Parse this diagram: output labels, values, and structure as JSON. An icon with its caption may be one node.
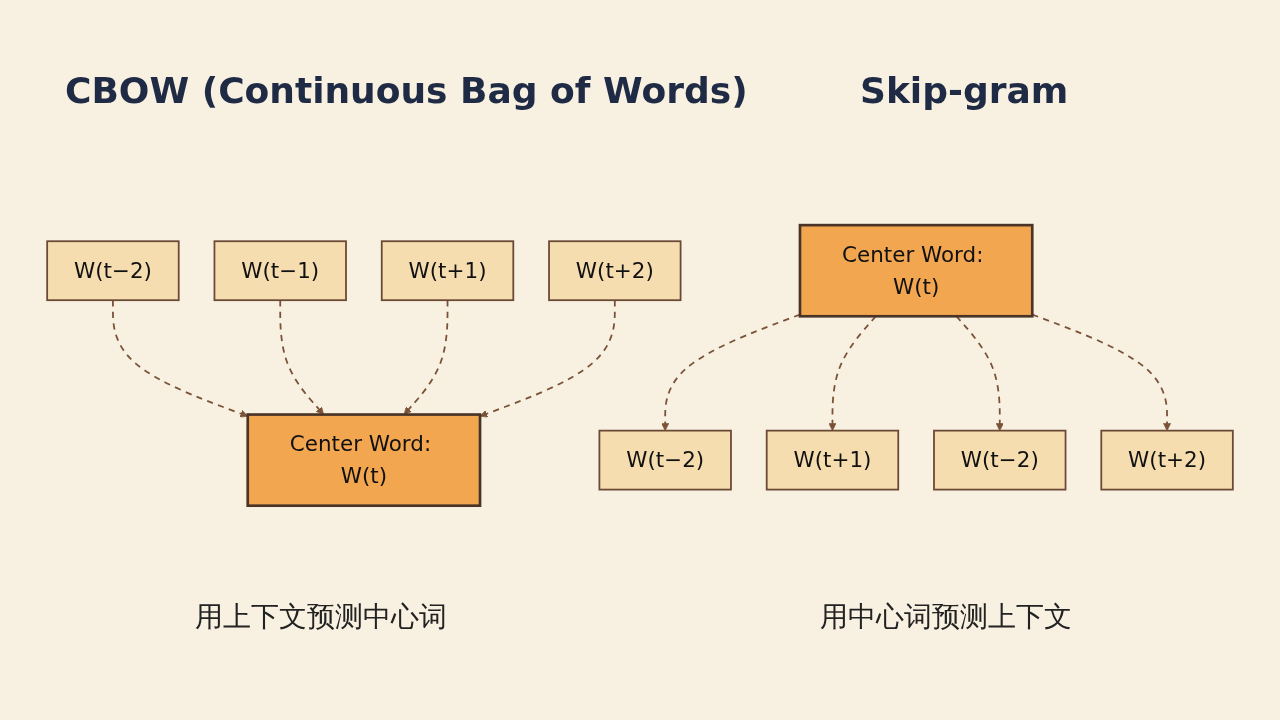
{
  "diagram": {
    "nodes": [
      {
        "text": [
          "W(t−2)"
        ]
      },
      {
        "text": [
          "W(t−1)"
        ]
      },
      {
        "text": [
          "W(t+1)"
        ]
      },
      {
        "text": [
          "W(t+2)"
        ]
      },
      {
        "text": [
          "Center Word: W(t)"
        ]
      },
      {
        "text": [
          "W(t−2)"
        ]
      },
      {
        "text": [
          "W(t+1)"
        ]
      },
      {
        "text": [
          "Center Word: W(t)"
        ]
      },
      {
        "text": [
          "W(t−2)"
        ]
      },
      {
        "text": [
          "W(t+2)"
        ]
      }
    ],
    "edges": [
      {
        "from": 0,
        "to": 4,
        "arrow": "to",
        "style": "dashed"
      },
      {
        "from": 1,
        "to": 4,
        "arrow": "to",
        "style": "dashed"
      },
      {
        "from": 2,
        "to": 4,
        "arrow": "to",
        "style": "dashed"
      },
      {
        "from": 3,
        "to": 4,
        "arrow": "to",
        "style": "dashed"
      },
      {
        "from": 7,
        "to": 5,
        "arrow": "to",
        "style": "dashed"
      },
      {
        "from": 7,
        "to": 6,
        "arrow": "to",
        "style": "dashed"
      },
      {
        "from": 7,
        "to": 8,
        "arrow": "to",
        "style": "dashed"
      },
      {
        "from": 7,
        "to": 9,
        "arrow": "to",
        "style": "dashed"
      }
    ],
    "labels": [
      "CBOW (Continuous Bag of Words)",
      "Skip-gram",
      "用上下文预测中心词",
      "用中心词预测上下文"
    ]
  }
}
